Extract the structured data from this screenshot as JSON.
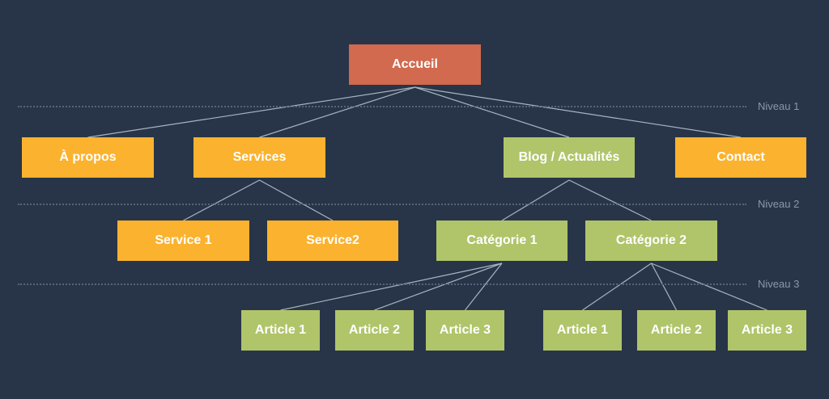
{
  "colors": {
    "background": "#283548",
    "orange": "#fbb22e",
    "green": "#b0c46a",
    "red": "#d16a4e",
    "line": "#a9b4c2"
  },
  "levels": [
    "Niveau 1",
    "Niveau 2",
    "Niveau 3"
  ],
  "root": {
    "label": "Accueil"
  },
  "level1": [
    {
      "label": "À propos"
    },
    {
      "label": "Services"
    },
    {
      "label": "Blog / Actualités"
    },
    {
      "label": "Contact"
    }
  ],
  "level2": [
    {
      "label": "Service 1"
    },
    {
      "label": "Service2"
    },
    {
      "label": "Catégorie 1"
    },
    {
      "label": "Catégorie 2"
    }
  ],
  "level3": [
    {
      "label": "Article 1"
    },
    {
      "label": "Article 2"
    },
    {
      "label": "Article 3"
    },
    {
      "label": "Article 1"
    },
    {
      "label": "Article 2"
    },
    {
      "label": "Article 3"
    }
  ]
}
